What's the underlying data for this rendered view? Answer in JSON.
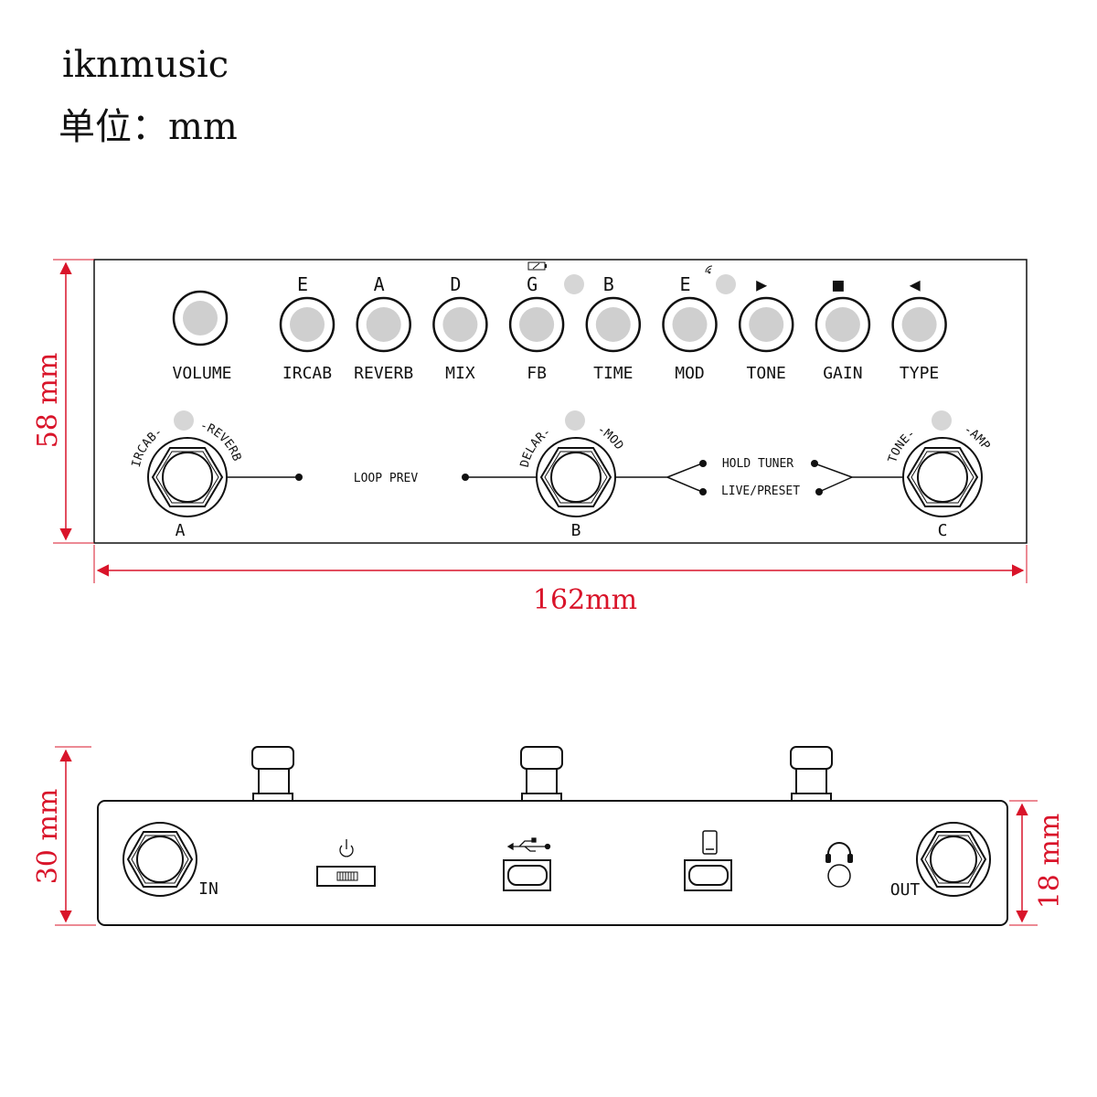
{
  "header": {
    "brand": "iknmusic",
    "unit": "单位：mm"
  },
  "colors": {
    "dimension": "#d9142a",
    "line": "#111111",
    "led": "#d6d6d6",
    "knob": "#cfcfcf"
  },
  "top_view": {
    "dim_height": "58 mm",
    "dim_width": "162mm",
    "volume_label": "VOLUME",
    "knobs": [
      {
        "top": "E",
        "bottom": "IRCAB"
      },
      {
        "top": "A",
        "bottom": "REVERB"
      },
      {
        "top": "D",
        "bottom": "MIX"
      },
      {
        "top": "G",
        "bottom": "FB"
      },
      {
        "top": "B",
        "bottom": "TIME"
      },
      {
        "top": "E",
        "bottom": "MOD"
      },
      {
        "top": "▶",
        "bottom": "TONE"
      },
      {
        "top": "■",
        "bottom": "GAIN"
      },
      {
        "top": "◀",
        "bottom": "TYPE"
      }
    ],
    "switch_a": {
      "letter": "A",
      "left_arc": "IRCAB-",
      "right_arc": "-REVERB"
    },
    "switch_b": {
      "letter": "B",
      "left_arc": "DELAR-",
      "right_arc": "-MOD"
    },
    "switch_c": {
      "letter": "C",
      "left_arc": "TONE-",
      "right_arc": "-AMP"
    },
    "loop_prev": "LOOP PREV",
    "hold_tuner": "HOLD TUNER",
    "live_preset": "LIVE/PRESET"
  },
  "side_view": {
    "dim_total": "30 mm",
    "dim_body": "18 mm",
    "in_label": "IN",
    "out_label": "OUT",
    "icons": [
      "power-icon",
      "usb-icon",
      "phone-icon",
      "headphones-icon"
    ]
  }
}
